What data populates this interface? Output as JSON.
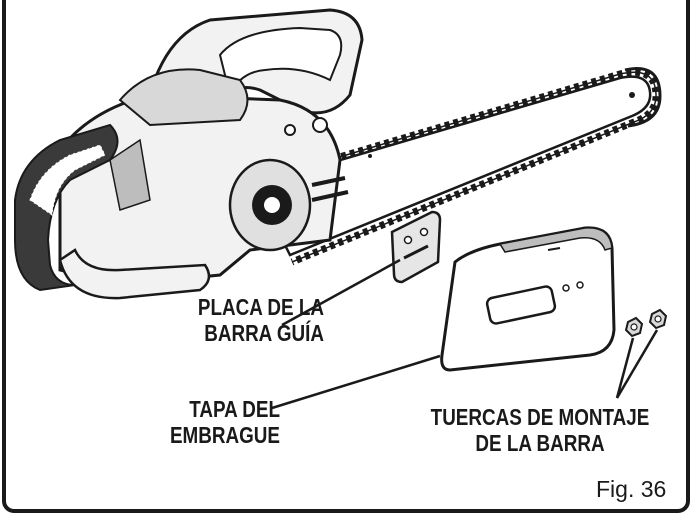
{
  "labels": {
    "guide_bar_plate": [
      "PLACA DE LA",
      "BARRA GUÍA"
    ],
    "clutch_cover": [
      "TAPA DEL",
      "EMBRAGUE"
    ],
    "bar_mounting_nuts": [
      "TUERCAS DE MONTAJE",
      "DE LA BARRA"
    ]
  },
  "figure_number": "Fig. 36",
  "colors": {
    "line": "#1a1a1a",
    "housing_fill": "#f2f2f2",
    "shade": "#bdbdbd",
    "dark": "#3a3a3a"
  }
}
